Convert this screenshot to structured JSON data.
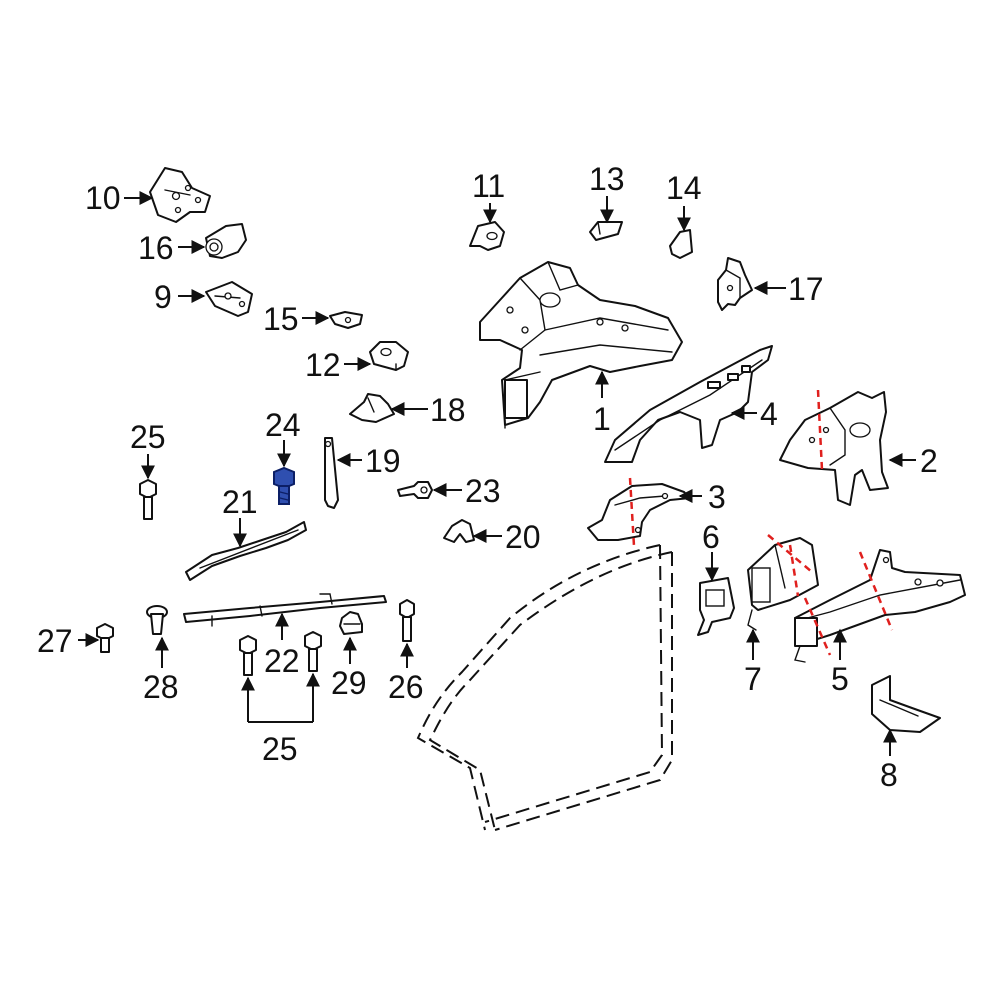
{
  "colors": {
    "line": "#111111",
    "background": "#ffffff",
    "cut_line": "#e0201e",
    "highlight_part": "#2f4fb0",
    "highlight_edge": "#0c1f66"
  },
  "callouts": {
    "c1": "1",
    "c2": "2",
    "c3": "3",
    "c4": "4",
    "c5": "5",
    "c6": "6",
    "c7": "7",
    "c8": "8",
    "c9": "9",
    "c10": "10",
    "c11": "11",
    "c12": "12",
    "c13": "13",
    "c14": "14",
    "c15": "15",
    "c16": "16",
    "c17": "17",
    "c18": "18",
    "c19": "19",
    "c20": "20",
    "c21": "21",
    "c22": "22",
    "c23": "23",
    "c24": "24",
    "c25_top": "25",
    "c25_bottom": "25",
    "c26": "26",
    "c27": "27",
    "c28": "28",
    "c29": "29"
  },
  "highlighted_part": "24"
}
